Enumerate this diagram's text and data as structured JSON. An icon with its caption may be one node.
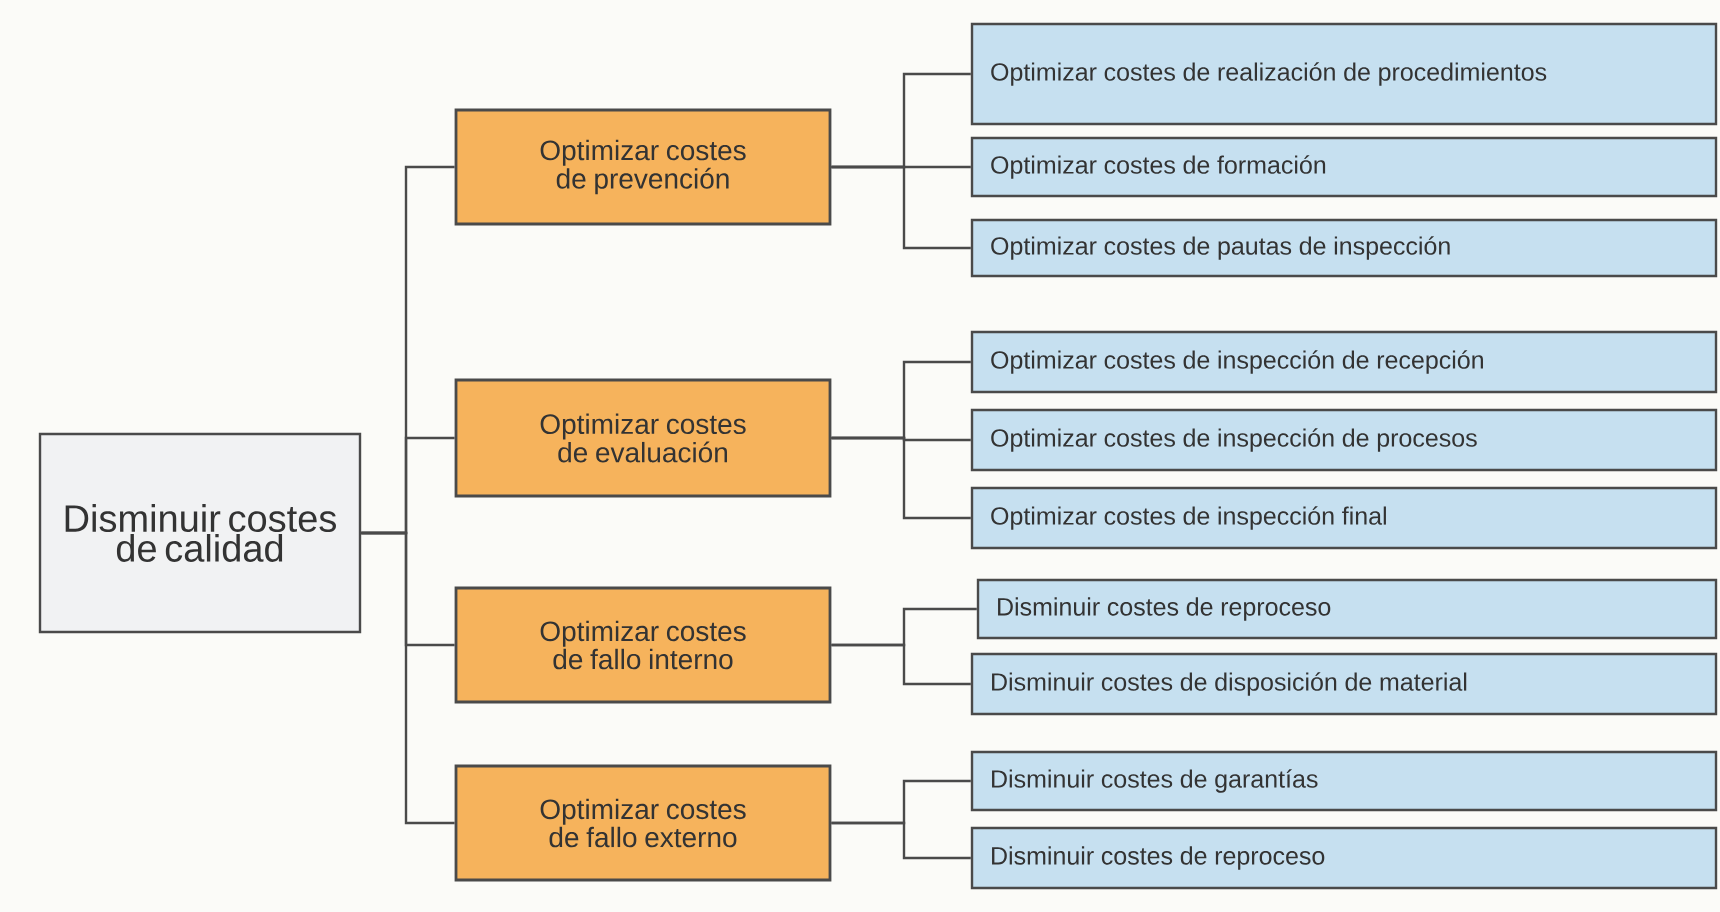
{
  "diagram": {
    "nodes": [
      {
        "text": [
          "Disminuir costes de calidad"
        ]
      },
      {
        "text": [
          "Optimizar costes de prevención"
        ]
      },
      {
        "text": [
          "Optimizar costes de realización de procedimientos"
        ]
      },
      {
        "text": [
          "Optimizar costes de formación"
        ]
      },
      {
        "text": [
          "Optimizar costes de pautas de inspección"
        ]
      },
      {
        "text": [
          "Optimizar costes de evaluación"
        ]
      },
      {
        "text": [
          "Optimizar costes de inspección de recepción"
        ]
      },
      {
        "text": [
          "Optimizar costes de inspección de procesos"
        ]
      },
      {
        "text": [
          "Optimizar costes de inspección final"
        ]
      },
      {
        "text": [
          "Optimizar costes de fallo interno"
        ]
      },
      {
        "text": [
          "Disminuir costes de reproceso"
        ]
      },
      {
        "text": [
          "Disminuir costes de disposición de material"
        ]
      },
      {
        "text": [
          "Optimizar costes de fallo externo"
        ]
      },
      {
        "text": [
          "Disminuir costes de garantías"
        ]
      },
      {
        "text": [
          "Disminuir costes de reproceso"
        ]
      }
    ],
    "edges": [
      {
        "from": 0,
        "to": 1,
        "arrow": "none"
      },
      {
        "from": 1,
        "to": 2,
        "arrow": "none"
      },
      {
        "from": 1,
        "to": 3,
        "arrow": "none"
      },
      {
        "from": 1,
        "to": 4,
        "arrow": "none"
      },
      {
        "from": 0,
        "to": 5,
        "arrow": "none"
      },
      {
        "from": 5,
        "to": 6,
        "arrow": "none"
      },
      {
        "from": 5,
        "to": 7,
        "arrow": "none"
      },
      {
        "from": 5,
        "to": 8,
        "arrow": "none"
      },
      {
        "from": 0,
        "to": 9,
        "arrow": "none"
      },
      {
        "from": 9,
        "to": 10,
        "arrow": "none"
      },
      {
        "from": 9,
        "to": 11,
        "arrow": "none"
      },
      {
        "from": 0,
        "to": 12,
        "arrow": "none"
      },
      {
        "from": 12,
        "to": 13,
        "arrow": "none"
      },
      {
        "from": 12,
        "to": 14,
        "arrow": "none"
      }
    ]
  }
}
